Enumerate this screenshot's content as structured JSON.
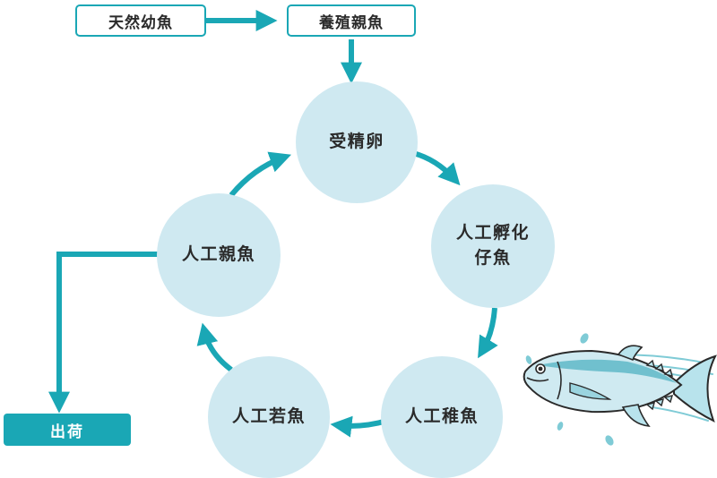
{
  "colors": {
    "accent": "#1aa7b5",
    "circle_fill": "#cfe9f1",
    "text": "#2a2a2a"
  },
  "labels": {
    "wild_juvenile": "天然幼魚",
    "farmed_broodstock": "養殖親魚",
    "fertilized_eggs": "受精卵",
    "hatchery_fry_line1": "人工孵化",
    "hatchery_fry_line2": "仔魚",
    "hatchery_juvenile": "人工稚魚",
    "hatchery_young": "人工若魚",
    "hatchery_broodstock": "人工親魚",
    "shipment": "出荷"
  },
  "illustration": {
    "icon": "tuna-fish-icon"
  }
}
